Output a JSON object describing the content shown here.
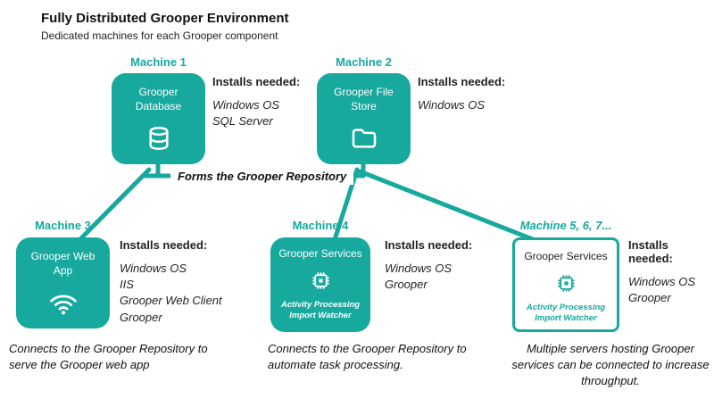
{
  "colors": {
    "teal": "#17A89E",
    "text": "#231F20"
  },
  "header": {
    "title": "Fully Distributed Grooper Environment",
    "subtitle": "Dedicated machines for each Grooper component"
  },
  "repository_label": "Forms the Grooper Repository",
  "machines": [
    {
      "label": "Machine 1",
      "box_title": "Grooper Database",
      "icon": "database-icon",
      "installs_heading": "Installs needed:",
      "installs": [
        "Windows OS",
        "SQL Server"
      ]
    },
    {
      "label": "Machine 2",
      "box_title": "Grooper File Store",
      "icon": "folder-icon",
      "installs_heading": "Installs needed:",
      "installs": [
        "Windows OS"
      ]
    },
    {
      "label": "Machine 3",
      "box_title": "Grooper Web App",
      "icon": "wifi-icon",
      "installs_heading": "Installs needed:",
      "installs": [
        "Windows OS",
        "IIS",
        "Grooper Web Client",
        "Grooper"
      ],
      "caption": "Connects to the Grooper Repository to serve the Grooper web app"
    },
    {
      "label": "Machine 4",
      "box_title": "Grooper Services",
      "icon": "chip-icon",
      "services": [
        "Activity Processing",
        "Import Watcher"
      ],
      "installs_heading": "Installs needed:",
      "installs": [
        "Windows OS",
        "Grooper"
      ],
      "caption": "Connects to the Grooper Repository to automate task processing."
    },
    {
      "label": "Machine 5, 6, 7...",
      "box_title": "Grooper Services",
      "icon": "chip-icon",
      "services": [
        "Activity Processing",
        "Import Watcher"
      ],
      "installs_heading": "Installs needed:",
      "installs": [
        "Windows OS",
        "Grooper"
      ],
      "caption": "Multiple servers hosting Grooper services can be connected to increase throughput."
    }
  ]
}
